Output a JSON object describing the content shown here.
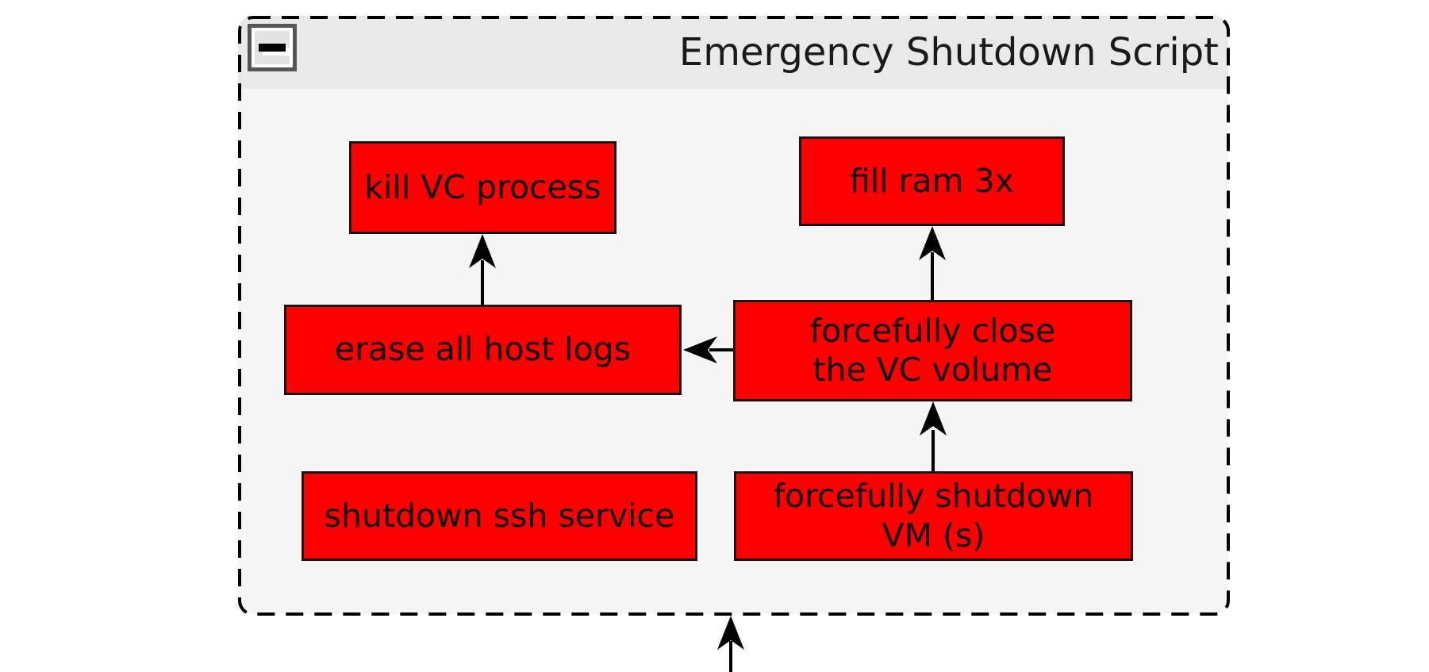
{
  "window": {
    "title": "Emergency Shutdown Script"
  },
  "icons": {
    "minimize": "minus-in-square"
  },
  "colors": {
    "node_fill": "#ff0000",
    "node_border": "#141414",
    "panel_body": "#f5f5f5",
    "panel_titlebar": "#e9e9e9",
    "edge": "#000000",
    "page_background": "#ffffff"
  },
  "nodes": {
    "kill_vc": {
      "label": "kill VC process"
    },
    "fill_ram": {
      "label": "fill ram 3x"
    },
    "erase_logs": {
      "label": "erase all host logs"
    },
    "close_volume": {
      "label": "forcefully close\nthe VC volume"
    },
    "shutdown_ssh": {
      "label": "shutdown ssh service"
    },
    "shutdown_vm": {
      "label": "forcefully shutdown\nVM (s)"
    }
  },
  "edges": [
    {
      "from": "erase_logs",
      "to": "kill_vc",
      "direction": "up"
    },
    {
      "from": "close_volume",
      "to": "fill_ram",
      "direction": "up"
    },
    {
      "from": "close_volume",
      "to": "erase_logs",
      "direction": "left"
    },
    {
      "from": "shutdown_vm",
      "to": "close_volume",
      "direction": "up"
    },
    {
      "from": "offscreen-bottom",
      "to": "emergency-shutdown-subgraph",
      "direction": "up"
    }
  ]
}
